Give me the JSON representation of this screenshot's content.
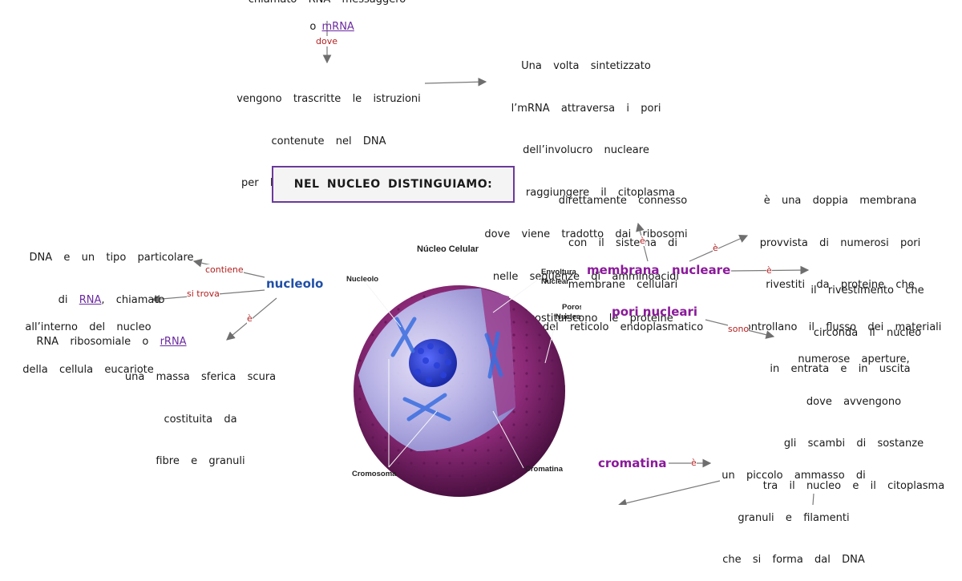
{
  "top": {
    "partial_line": "chiamato  RNA  messaggero",
    "mrna_prefix": "o ",
    "mrna_link": "mRNA",
    "dove_label": "dove",
    "istruzioni": [
      "vengono  trascritte  le  istruzioni",
      "contenute  nel  DNA",
      "per  la  sintesi  delle  proteine"
    ],
    "sintetizzato": [
      "Una  volta  sintetizzato",
      "l’mRNA  attraversa  i  pori",
      "dell’involucro  nucleare",
      "per  raggiungere  il  citoplasma",
      "dove  viene  tradotto  dai  ribosomi",
      "nelle  sequenze  di  amminoacidi",
      "che  costituiscono  le  proteine"
    ]
  },
  "title": "NEL NUCLEO DISTINGUIAMO:",
  "nucleolo": {
    "label": "nucleolo",
    "dna_line1": "DNA  e  un  tipo  particolare",
    "dna_line2_prefix": "di  ",
    "dna_line2_link": "RNA",
    "dna_line2_suffix": ",  chiamato",
    "dna_line3_prefix": "RNA  ribosomiale  o  ",
    "dna_line3_link": "rRNA",
    "contiene_label": "contiene",
    "si_trova_label": "si trova",
    "interno": [
      "all’interno  del  nucleo",
      "della  cellula  eucariote"
    ],
    "e_label": "è",
    "massa": [
      "una  massa  sferica  scura",
      "costituita  da",
      "fibre  e  granuli"
    ]
  },
  "membrana": {
    "label_1": "membrana",
    "label_2": "nucleare",
    "connesso": [
      "direttamente  connesso",
      "con  il  sistema  di",
      "membrane  cellulari",
      "del  reticolo  endoplasmatico"
    ],
    "e_label_1": "è",
    "e_label_2": "è",
    "e_label_3": "è",
    "doppia": [
      "è  una  doppia  membrana",
      "provvista  di  numerosi  pori",
      "rivestiti  da  proteine  che",
      "controllano  il  flusso  dei  materiali",
      "in  entrata  e  in  uscita"
    ],
    "rivestimento": [
      "il  rivestimento  che",
      "circonda  il  nucleo"
    ]
  },
  "pori": {
    "label": "pori  nucleari",
    "sono_label": "sono",
    "aperture": [
      "numerose  aperture,",
      "dove  avvengono",
      "gli  scambi  di  sostanze",
      "tra  il  nucleo  e  il  citoplasma"
    ]
  },
  "cromatina": {
    "label": "cromatina",
    "e_label": "è",
    "ammasso": [
      "un  piccolo  ammasso  di",
      "granuli  e  filamenti",
      "che  si  forma  dal  DNA"
    ]
  },
  "image": {
    "title": "Núcleo Celular",
    "nucleolo": "Nucleolo",
    "envoltura_1": "Envoltura",
    "envoltura_2": "Nuclear",
    "poros_1": "Poros",
    "poros_2": "Nucleares",
    "cromosoma": "Cromosoma",
    "cromatina": "Cromatina"
  },
  "colors": {
    "keyword_blue": "#1f4fa8",
    "keyword_purple": "#8a1a9a",
    "label_red": "#b32020",
    "link_purple": "#6b2aa0",
    "title_border": "#6a3a9a",
    "arrow_gray": "#6e6e6e"
  }
}
